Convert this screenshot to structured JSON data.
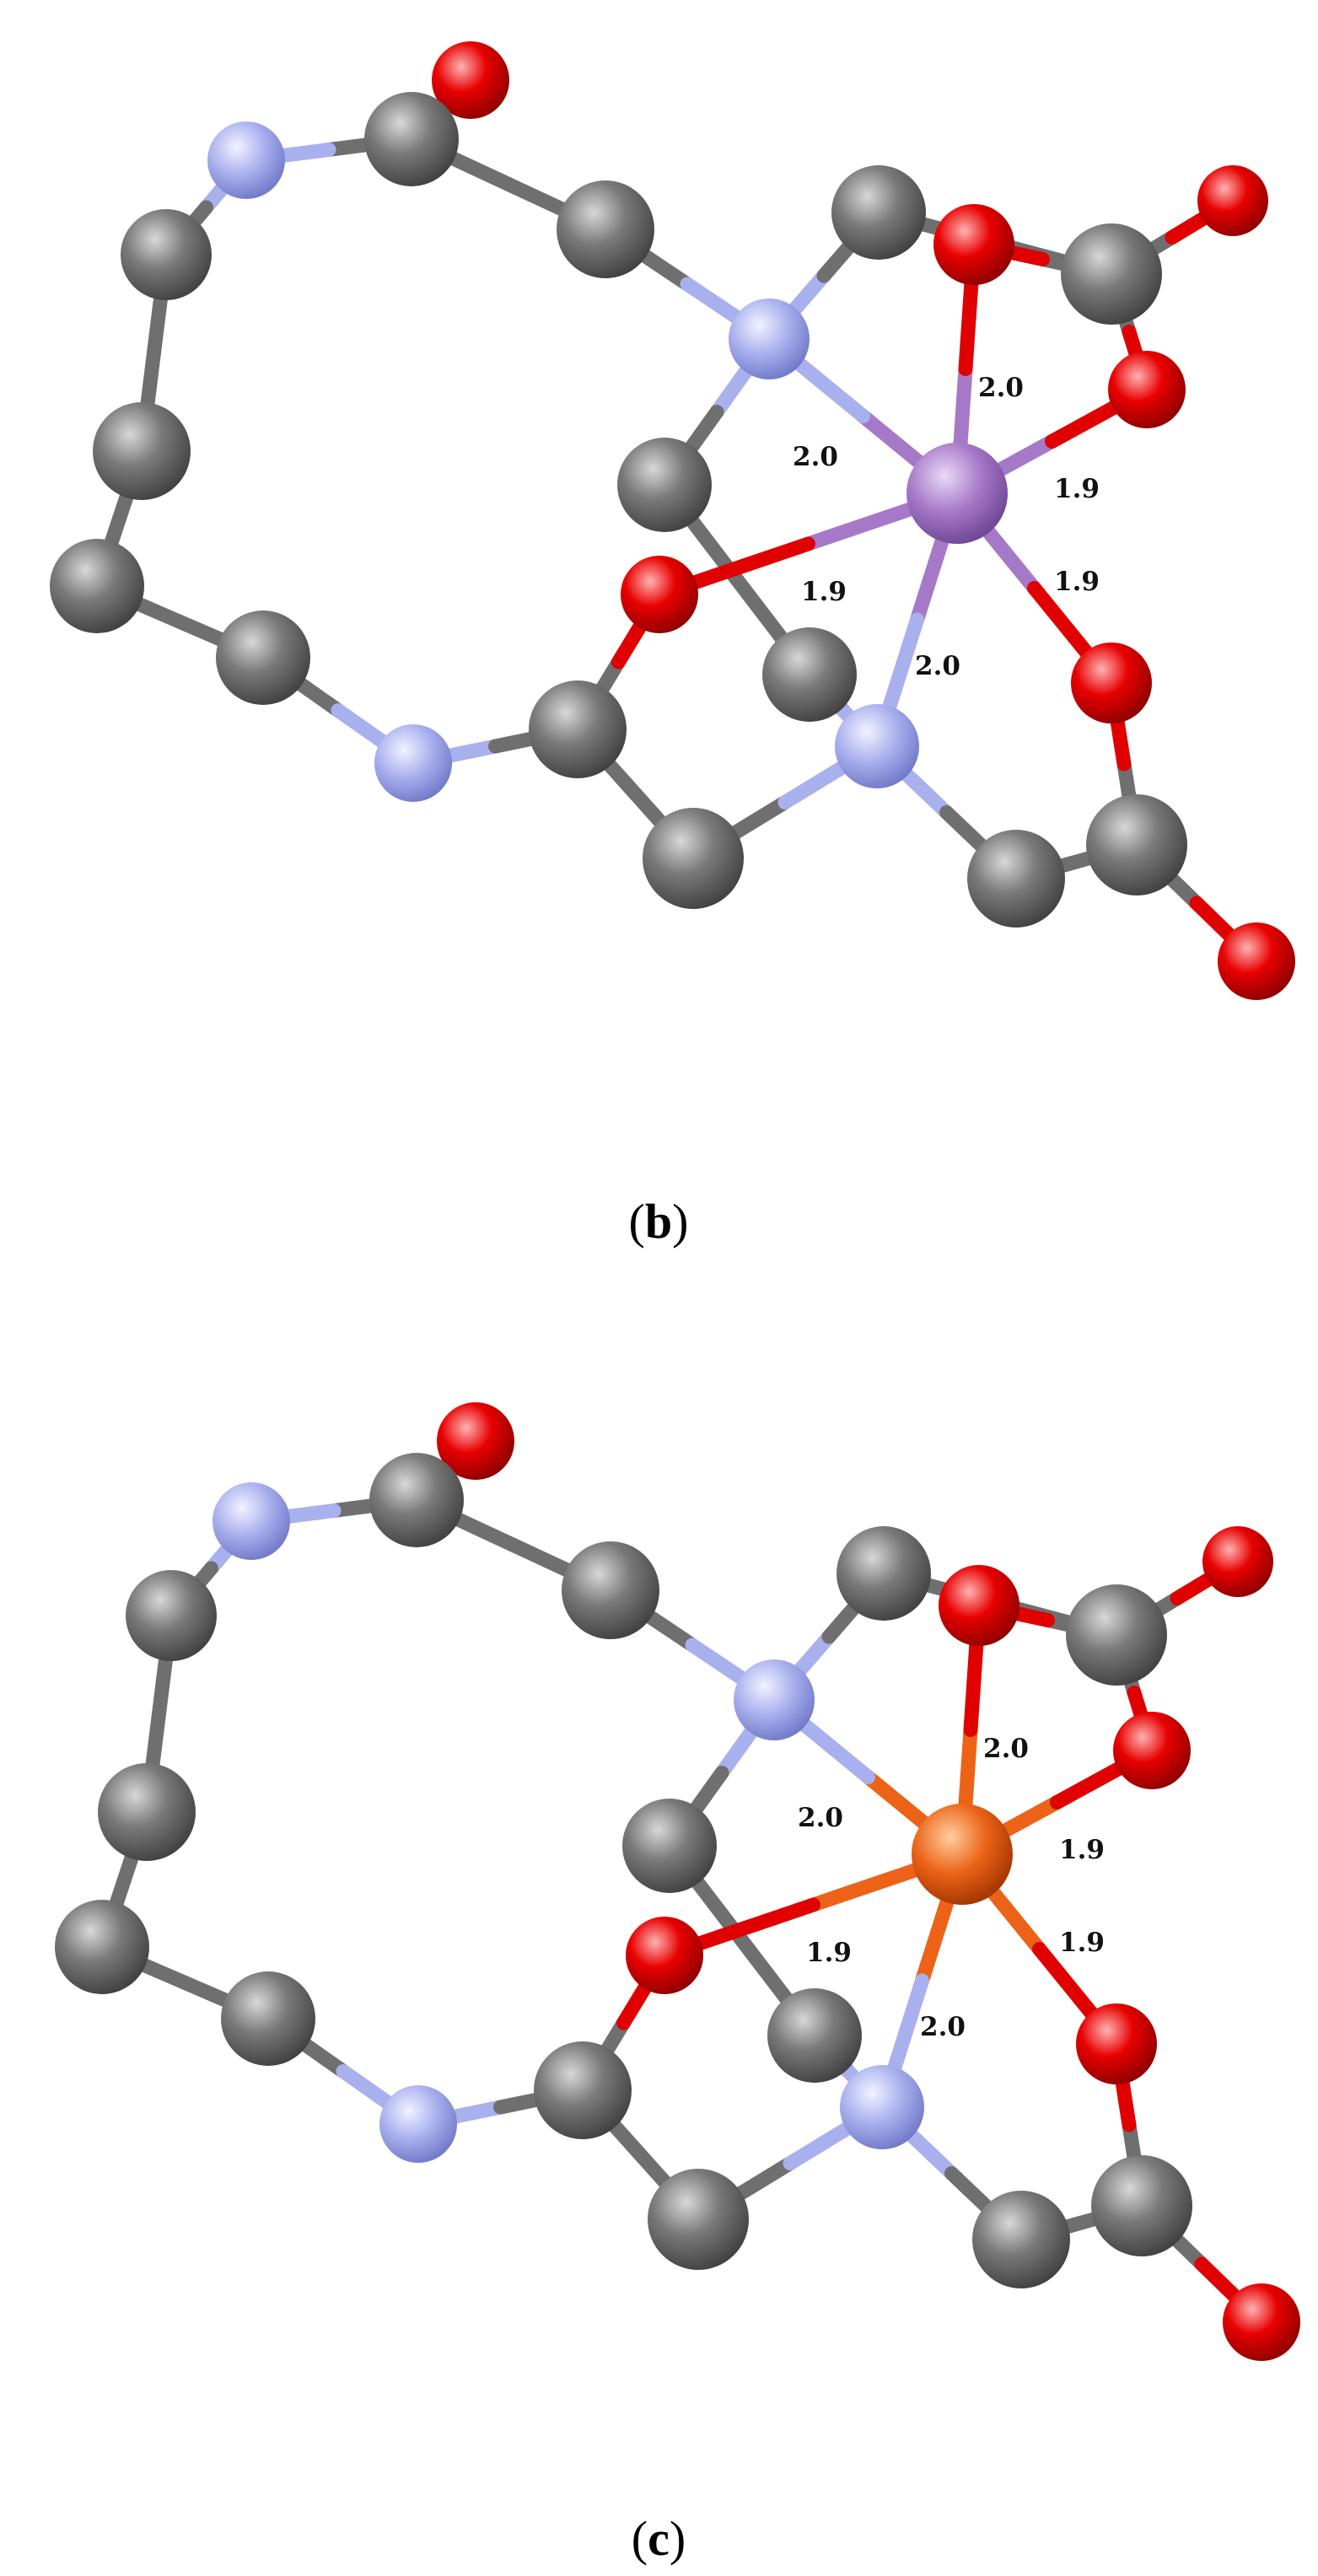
{
  "figure": {
    "panels": [
      {
        "id": "b",
        "caption": {
          "open": "(",
          "letter": "b",
          "close": ")"
        },
        "metal_color": "#a679c8",
        "bond_labels": [
          "2.0",
          "2.0",
          "1.9",
          "1.9",
          "1.9",
          "2.0"
        ]
      },
      {
        "id": "c",
        "caption": {
          "open": "(",
          "letter": "c",
          "close": ")"
        },
        "metal_color": "#ec6318",
        "bond_labels": [
          "2.0",
          "2.0",
          "1.9",
          "1.9",
          "1.9",
          "2.0"
        ]
      }
    ],
    "atom_colors": {
      "carbon": "#6f6f6f",
      "nitrogen": "#a9b0ee",
      "oxygen": "#e00000"
    }
  }
}
